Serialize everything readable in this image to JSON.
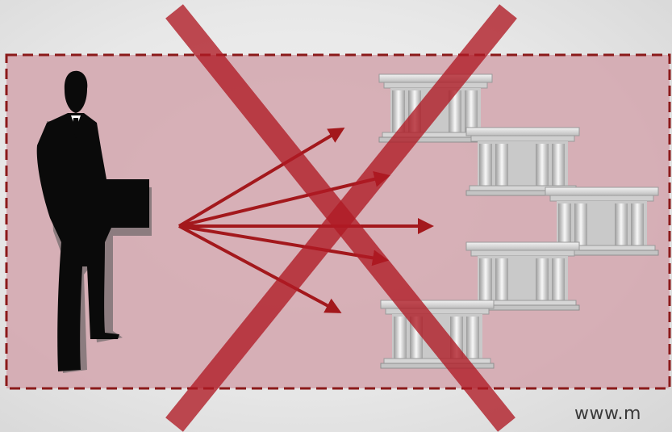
{
  "colors": {
    "panel_fill": "#d4a9b0",
    "panel_border": "#8b1a1a",
    "arrow": "#a3181c",
    "cross": "#b01a24",
    "silhouette": "#0a0a0a",
    "building": "#d8d8d8",
    "background": "#ebebeb"
  },
  "icons": {
    "person": "businessman-silhouette-icon",
    "building": "bank-building-icon",
    "cross": "red-x-cross-icon"
  },
  "diagram": {
    "arrows_count": 5,
    "buildings_count": 5,
    "crossed_out": true
  },
  "footer": {
    "url_text": "www.m"
  }
}
